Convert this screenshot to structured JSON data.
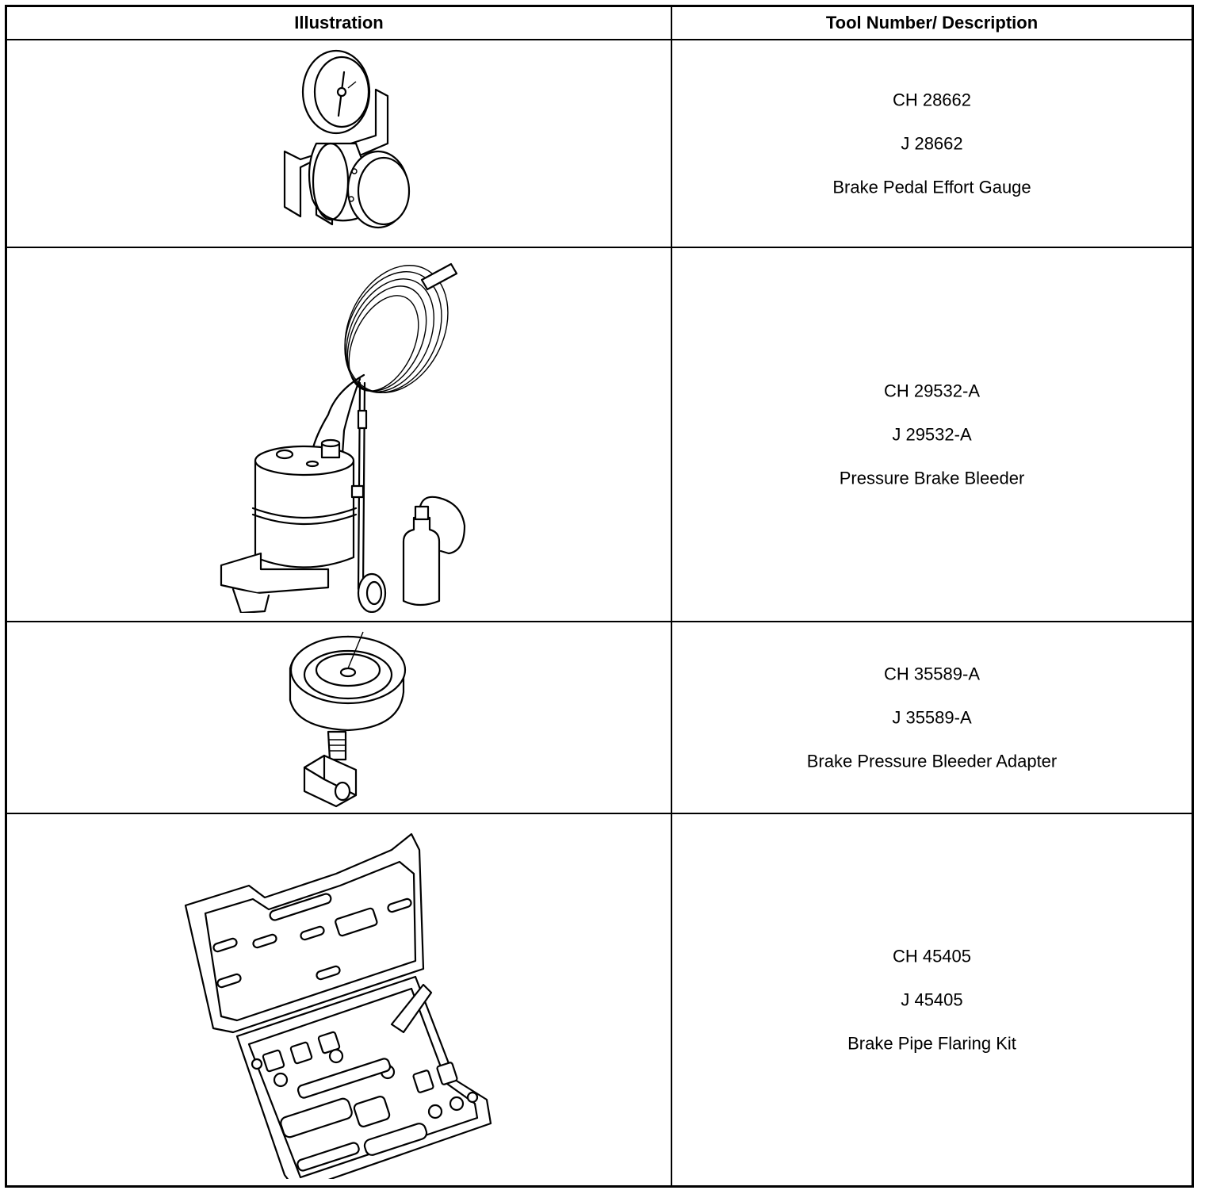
{
  "header": {
    "illustration": "Illustration",
    "description": "Tool Number/ Description"
  },
  "tools": [
    {
      "ch_number": "CH 28662",
      "j_number": "J 28662",
      "name": "Brake Pedal Effort Gauge",
      "icon": "pedal-effort-gauge-icon"
    },
    {
      "ch_number": "CH 29532-A",
      "j_number": "J 29532-A",
      "name": "Pressure Brake Bleeder",
      "icon": "pressure-bleeder-icon"
    },
    {
      "ch_number": "CH 35589-A",
      "j_number": "J 35589-A",
      "name": "Brake Pressure Bleeder Adapter",
      "icon": "bleeder-adapter-icon"
    },
    {
      "ch_number": "CH 45405",
      "j_number": "J 45405",
      "name": "Brake Pipe Flaring Kit",
      "icon": "flaring-kit-icon"
    }
  ]
}
